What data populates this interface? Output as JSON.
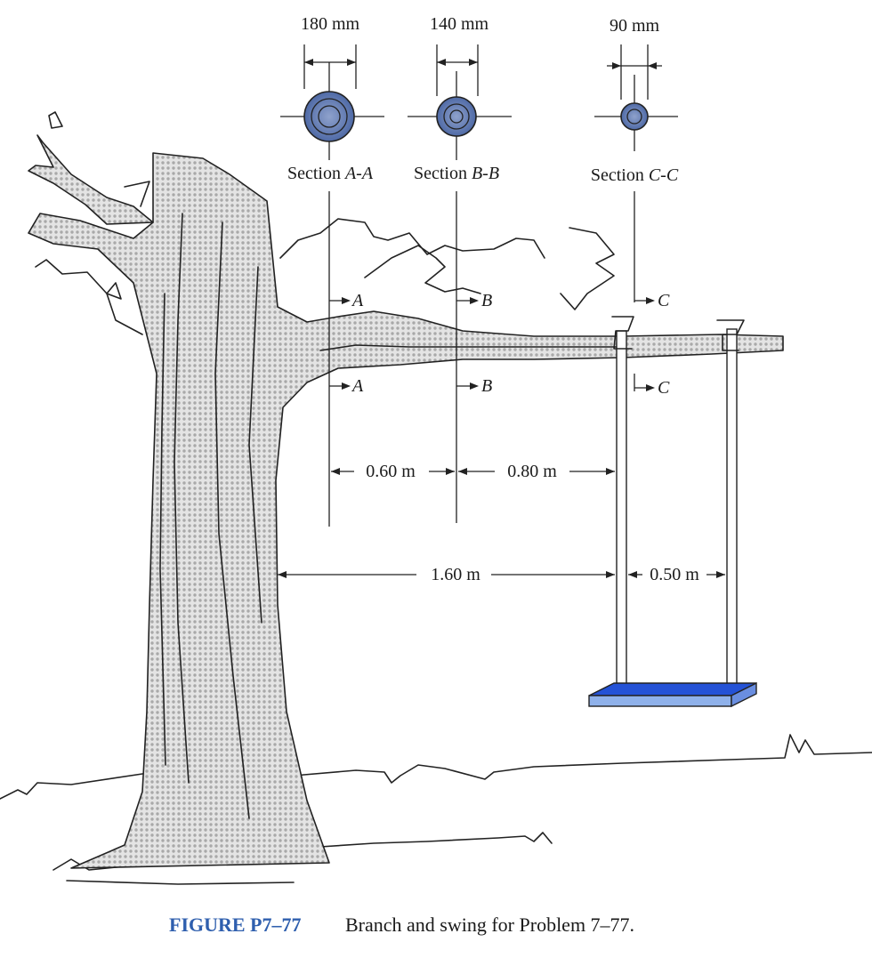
{
  "sections": [
    {
      "id": "A",
      "diameter_label": "180 mm",
      "title_prefix": "Section ",
      "title_letters": "A-A"
    },
    {
      "id": "B",
      "diameter_label": "140 mm",
      "title_prefix": "Section ",
      "title_letters": "B-B"
    },
    {
      "id": "C",
      "diameter_label": "90 mm",
      "title_prefix": "Section ",
      "title_letters": "C-C"
    }
  ],
  "cut_letters": {
    "A": "A",
    "B": "B",
    "C": "C"
  },
  "dimensions": {
    "a_to_b": "0.60 m",
    "b_to_rope": "0.80 m",
    "trunk_to_rope": "1.60 m",
    "rope_spacing": "0.50 m"
  },
  "caption": {
    "label": "FIGURE P7–77",
    "text": "Branch and swing for Problem 7–77."
  },
  "colors": {
    "caption_label": "#2f5fae",
    "swing_seat": "#2452d6",
    "section_fill": "#5f78b0",
    "tree_fill": "#c9c9c9"
  }
}
